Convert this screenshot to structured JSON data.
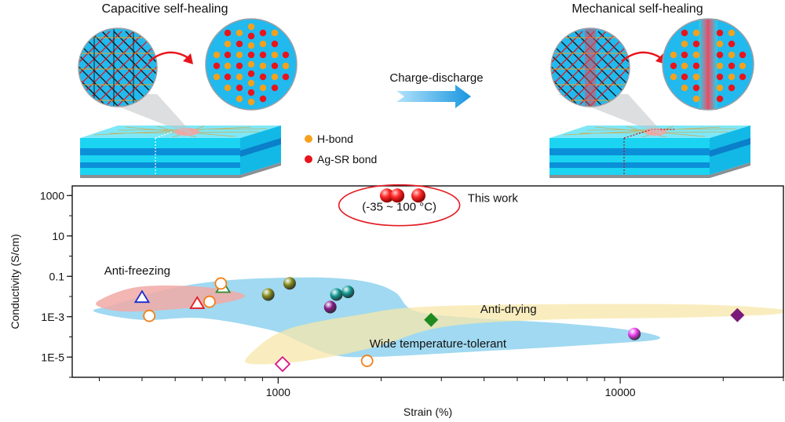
{
  "schematic": {
    "left_title": "Capacitive self-healing",
    "right_title": "Mechanical self-healing",
    "arrow_label": "Charge-discharge",
    "legend": [
      {
        "label": "H-bond",
        "color": "#f5a11c"
      },
      {
        "label": "Ag-SR bond",
        "color": "#e8141c"
      }
    ],
    "colors": {
      "substrate_light": "#1ad4f2",
      "substrate_dark": "#0b8fd8",
      "arrow": "#29a3e3"
    }
  },
  "chart_data": {
    "type": "scatter",
    "xscale": "log",
    "yscale": "log",
    "xlabel": "Strain (%)",
    "ylabel": "Conductivity (S/cm)",
    "xlim": [
      250,
      30000
    ],
    "ylim": [
      1e-06,
      3000
    ],
    "xticks": [
      {
        "value": 1000,
        "label": "1000"
      },
      {
        "value": 10000,
        "label": "10000"
      }
    ],
    "yticks": [
      {
        "value": 1000,
        "label": "1000"
      },
      {
        "value": 10,
        "label": "10"
      },
      {
        "value": 0.1,
        "label": "0.1"
      },
      {
        "value": 0.001,
        "label": "1E-3"
      },
      {
        "value": 1e-05,
        "label": "1E-5"
      }
    ],
    "regions": [
      {
        "label": "Anti-freezing",
        "color": "#f1a9a6",
        "label_at": [
          310,
          0.12
        ],
        "path": [
          [
            300,
            0.0065
          ],
          [
            390,
            0.03
          ],
          [
            600,
            0.03
          ],
          [
            800,
            0.011
          ],
          [
            620,
            0.0035
          ],
          [
            380,
            0.0018
          ],
          [
            305,
            0.0028
          ]
        ]
      },
      {
        "label": "Wide temperature-tolerant",
        "color": "#8fd2ef",
        "label_at": [
          1850,
          3e-05
        ],
        "path": [
          [
            290,
            0.0018
          ],
          [
            330,
            0.0038
          ],
          [
            460,
            0.02
          ],
          [
            620,
            0.05
          ],
          [
            900,
            0.08
          ],
          [
            1400,
            0.085
          ],
          [
            1850,
            0.05
          ],
          [
            2200,
            0.016
          ],
          [
            2500,
            0.002
          ],
          [
            3600,
            0.0009
          ],
          [
            7000,
            0.00045
          ],
          [
            11000,
            0.0002
          ],
          [
            13000,
            8e-05
          ],
          [
            9000,
            4.5e-05
          ],
          [
            3600,
            1.8e-05
          ],
          [
            1800,
            1e-05
          ],
          [
            1400,
            1.5e-05
          ],
          [
            1150,
            6e-05
          ],
          [
            950,
            0.00022
          ],
          [
            600,
            0.00085
          ],
          [
            400,
            0.0007
          ]
        ]
      },
      {
        "label": "Anti-drying",
        "color": "#f7e7aa",
        "label_at": [
          3900,
          0.0015
        ],
        "path": [
          [
            840,
            4.5e-06
          ],
          [
            1200,
            6.5e-06
          ],
          [
            1900,
            3e-05
          ],
          [
            3000,
            0.0003
          ],
          [
            6000,
            0.0007
          ],
          [
            15000,
            0.0009
          ],
          [
            28000,
            0.0013
          ],
          [
            28500,
            0.0025
          ],
          [
            14000,
            0.0042
          ],
          [
            3000,
            0.0034
          ],
          [
            1700,
            0.0012
          ],
          [
            1050,
            0.00022
          ],
          [
            820,
            1.2e-05
          ]
        ]
      }
    ],
    "series": [
      {
        "marker": "triangle-open",
        "color": "#1a2bd0",
        "points": [
          [
            400,
            0.009
          ]
        ]
      },
      {
        "marker": "triangle-open",
        "color": "#e31b23",
        "points": [
          [
            580,
            0.0045
          ]
        ]
      },
      {
        "marker": "triangle-open",
        "color": "#2e8b2e",
        "points": [
          [
            690,
            0.028
          ]
        ]
      },
      {
        "marker": "circle-open",
        "color": "#f47f16",
        "points": [
          [
            420,
            0.0011
          ],
          [
            630,
            0.0055
          ],
          [
            680,
            0.044
          ],
          [
            1820,
            6.5e-06
          ]
        ]
      },
      {
        "marker": "sphere",
        "color": "#8a8c1a",
        "points": [
          [
            935,
            0.0125
          ]
        ]
      },
      {
        "marker": "sphere",
        "color": "#8a8c1a",
        "points": [
          [
            1080,
            0.045
          ]
        ]
      },
      {
        "marker": "sphere",
        "color": "#8a1a8a",
        "points": [
          [
            1420,
            0.003
          ]
        ]
      },
      {
        "marker": "sphere",
        "color": "#139a94",
        "points": [
          [
            1480,
            0.0125
          ],
          [
            1600,
            0.017
          ]
        ]
      },
      {
        "marker": "sphere",
        "color": "#f03aef",
        "points": [
          [
            11000,
            0.00014
          ]
        ]
      },
      {
        "marker": "diamond-filled",
        "color": "#1f8a1f",
        "points": [
          [
            2800,
            0.0007
          ]
        ]
      },
      {
        "marker": "diamond-filled",
        "color": "#7a1a7a",
        "points": [
          [
            22000,
            0.0012
          ]
        ]
      },
      {
        "marker": "diamond-open",
        "color": "#d81b8a",
        "points": [
          [
            1030,
            4.5e-06
          ]
        ]
      },
      {
        "marker": "sphere",
        "color": "#e8141c",
        "points": [
          [
            2080,
            1000
          ],
          [
            2230,
            1000
          ],
          [
            2570,
            1000
          ]
        ]
      }
    ],
    "annotations": [
      {
        "text": "(-35 ~ 100 °C)",
        "at": [
          2260,
          180
        ]
      },
      {
        "text": "This work",
        "at": [
          3580,
          470
        ]
      }
    ],
    "ellipse_highlight": {
      "center": [
        2260,
        330
      ],
      "color": "#e31b23"
    }
  }
}
